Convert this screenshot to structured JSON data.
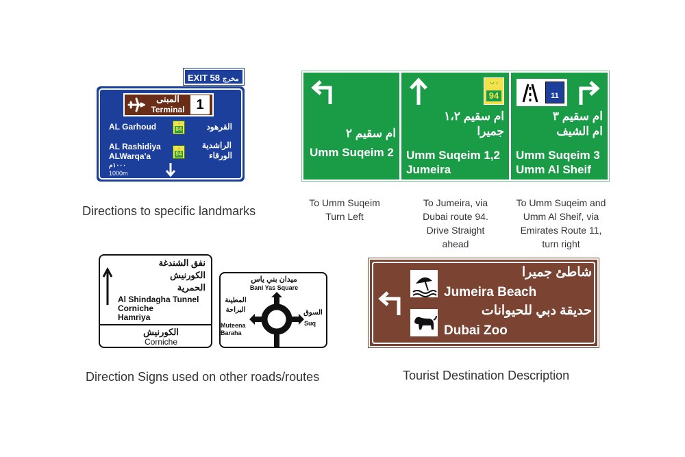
{
  "landmark_sign": {
    "exit_label": "EXIT 58",
    "exit_label_ar": "مخرج",
    "terminal_ar": "المبنى",
    "terminal_en": "Terminal",
    "terminal_number": "1",
    "rows": [
      {
        "en": "AL Garhoud",
        "ar": "القرهود",
        "route": "84"
      },
      {
        "en": "AL Rashidiya",
        "ar": "الراشدية",
        "route": "84"
      },
      {
        "en": "ALWarqa'a",
        "ar": "الورقاء"
      }
    ],
    "distance_ar": "١٠٠٠م",
    "distance_en": "1000m",
    "caption": "Directions to specific landmarks"
  },
  "green_sign": {
    "panels": [
      {
        "ar": "ام سقيم ٢",
        "en": "Umm Suqeim 2",
        "caption": [
          "To Umm Suqeim",
          "Turn Left"
        ]
      },
      {
        "ar_line1": "ام سقيم ١،٢",
        "ar_line2": "جميرا",
        "en_line1": "Umm Suqeim 1,2",
        "en_line2": "Jumeira",
        "route": "94",
        "caption": [
          "To Jumeira, via",
          "Dubai route 94.",
          "Drive Straight",
          "ahead"
        ]
      },
      {
        "ar_line1": "ام سقيم ٣",
        "ar_line2": "ام الشيف",
        "en_line1": "Umm Suqeim 3",
        "en_line2": "Umm Al Sheif",
        "route": "11",
        "caption": [
          "To Umm Suqeim and",
          "Umm Al Sheif, via",
          "Emirates Route 11,",
          "turn right"
        ]
      }
    ]
  },
  "shindagha_sign": {
    "ar_lines": [
      "نفق الشندغة",
      "الكورنيش",
      "الحمرية"
    ],
    "en_lines": [
      "Al Shindagha Tunnel",
      "Corniche",
      "Hamriya"
    ],
    "bottom_ar": "الكورنيش",
    "bottom_en": "Corniche"
  },
  "roundabout_sign": {
    "top_ar": "ميدان بني ياس",
    "top_en": "Bani Yas Square",
    "left_ar_1": "المطينة",
    "left_ar_2": "البراحة",
    "left_en_1": "Muteena",
    "left_en_2": "Baraha",
    "right_ar": "السوق",
    "right_en": "Suq"
  },
  "other_caption": "Direction Signs used on other roads/routes",
  "tourist_sign": {
    "line1_ar": "شاطئ جميرا",
    "line1_en": "Jumeira Beach",
    "line2_ar": "حديقة دبي للحيوانات",
    "line2_en": "Dubai Zoo",
    "caption": "Tourist Destination Description"
  },
  "colors": {
    "blue": "#1d3f9c",
    "green": "#1a9c47",
    "brown": "#7b4331",
    "terminal_brown": "#6a2d17"
  },
  "icons": [
    "airplane-icon",
    "arrow-down-icon",
    "arrow-turn-left-icon",
    "arrow-up-icon",
    "arrow-turn-right-icon",
    "motorway-icon",
    "beach-umbrella-icon",
    "lion-icon",
    "roundabout-icon"
  ]
}
